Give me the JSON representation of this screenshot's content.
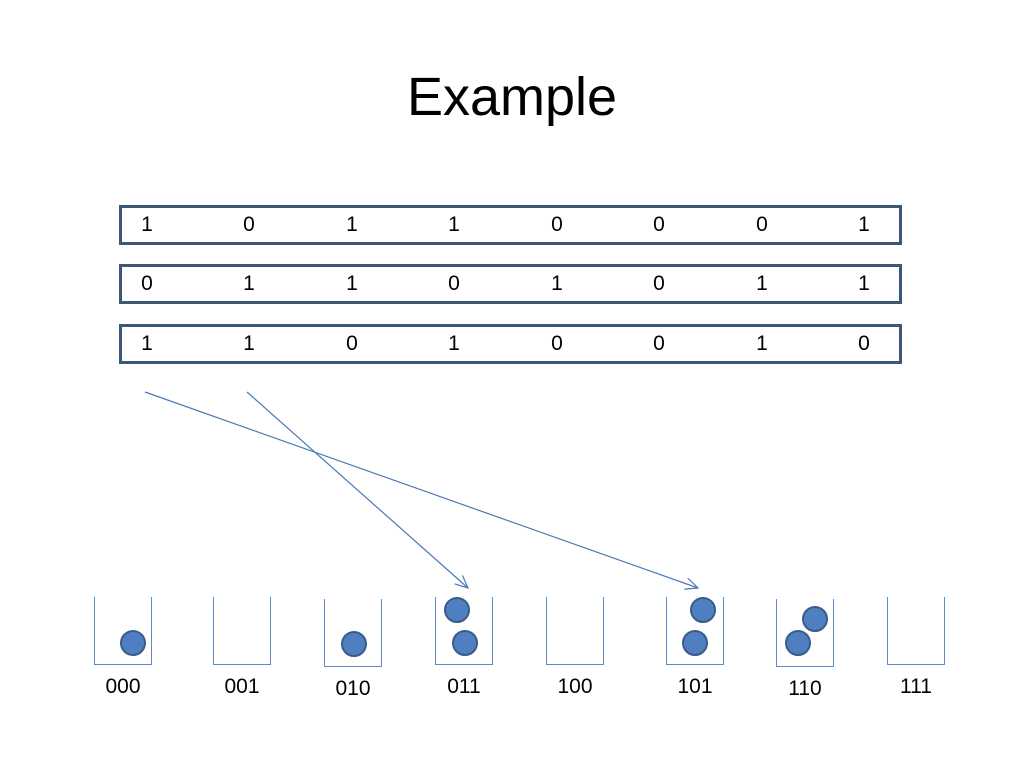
{
  "title": "Example",
  "rows": [
    [
      "1",
      "0",
      "1",
      "1",
      "0",
      "0",
      "0",
      "1"
    ],
    [
      "0",
      "1",
      "1",
      "0",
      "1",
      "0",
      "1",
      "1"
    ],
    [
      "1",
      "1",
      "0",
      "1",
      "0",
      "0",
      "1",
      "0"
    ]
  ],
  "buckets": [
    {
      "label": "000",
      "balls": 1
    },
    {
      "label": "001",
      "balls": 0
    },
    {
      "label": "010",
      "balls": 1
    },
    {
      "label": "011",
      "balls": 2
    },
    {
      "label": "100",
      "balls": 0
    },
    {
      "label": "101",
      "balls": 2
    },
    {
      "label": "110",
      "balls": 2
    },
    {
      "label": "111",
      "balls": 0
    }
  ],
  "colors": {
    "row_border": "#3d5876",
    "bucket_line": "#5b8ac6",
    "ball_fill": "#4f7fc1",
    "ball_stroke": "#385d8a",
    "arrow": "#4a7ab5"
  }
}
